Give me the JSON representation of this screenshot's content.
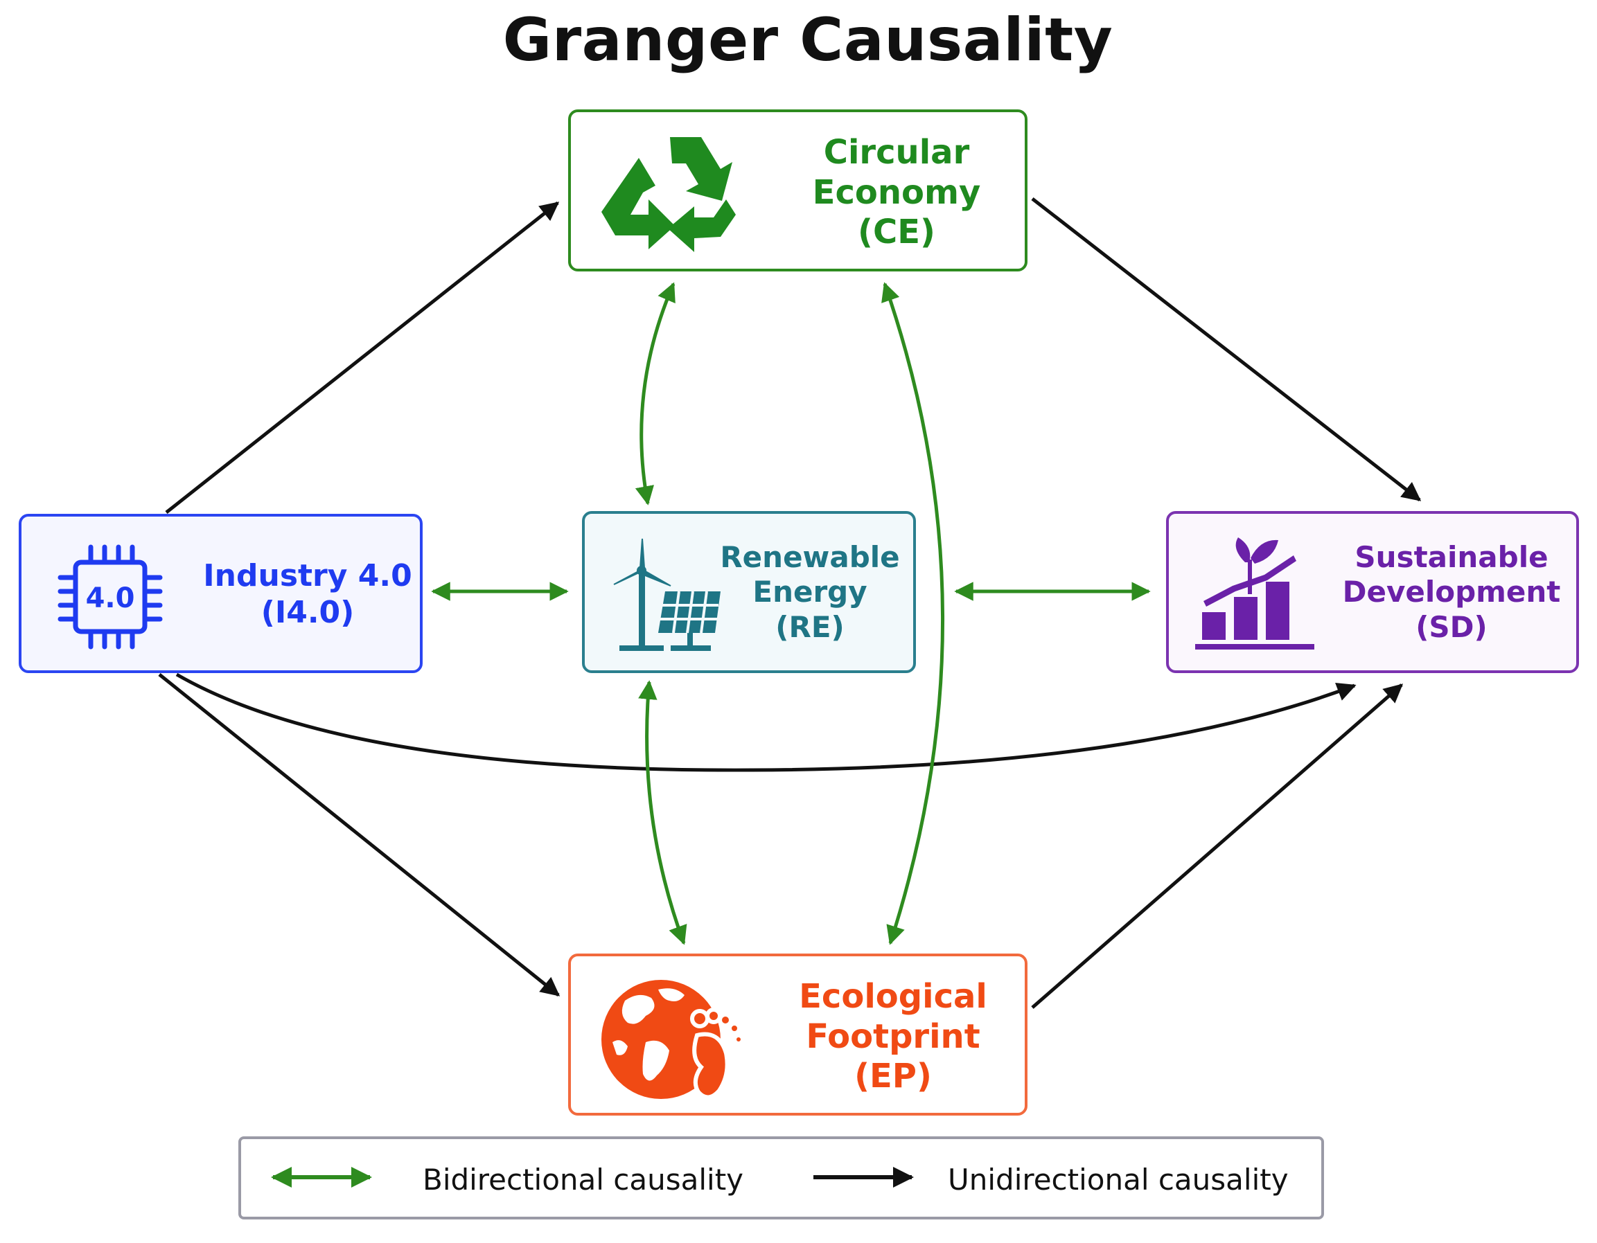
{
  "title": "Granger Causality",
  "colors": {
    "bidirectional": "#2e8b1f",
    "unidirectional": "#111111",
    "ce": "#1f8a1f",
    "i40": "#1f3bf0",
    "re": "#1f7585",
    "sd": "#6a21a8",
    "ep": "#f04a14"
  },
  "nodes": {
    "ce": {
      "lines": [
        "Circular",
        "Economy",
        "(CE)"
      ],
      "icon": "recycle-icon"
    },
    "i40": {
      "lines": [
        "Industry 4.0",
        "(I4.0)"
      ],
      "icon": "chip-icon",
      "icon_text": "4.0"
    },
    "re": {
      "lines": [
        "Renewable",
        "Energy",
        "(RE)"
      ],
      "icon": "wind-solar-icon"
    },
    "sd": {
      "lines": [
        "Sustainable",
        "Development",
        "(SD)"
      ],
      "icon": "growth-chart-icon"
    },
    "ep": {
      "lines": [
        "Ecological",
        "Footprint",
        "(EP)"
      ],
      "icon": "globe-footprint-icon"
    }
  },
  "edges": [
    {
      "from": "I4.0",
      "to": "CE",
      "type": "unidirectional"
    },
    {
      "from": "CE",
      "to": "SD",
      "type": "unidirectional"
    },
    {
      "from": "I4.0",
      "to": "EP",
      "type": "unidirectional"
    },
    {
      "from": "EP",
      "to": "SD",
      "type": "unidirectional"
    },
    {
      "from": "I4.0",
      "to": "SD",
      "type": "unidirectional"
    },
    {
      "from": "I4.0",
      "to": "RE",
      "type": "bidirectional"
    },
    {
      "from": "RE",
      "to": "SD",
      "type": "bidirectional"
    },
    {
      "from": "CE",
      "to": "RE",
      "type": "bidirectional"
    },
    {
      "from": "RE",
      "to": "EP",
      "type": "bidirectional"
    },
    {
      "from": "CE",
      "to": "EP",
      "type": "bidirectional"
    }
  ],
  "legend": {
    "bidirectional_label": "Bidirectional causality",
    "unidirectional_label": "Unidirectional causality"
  }
}
